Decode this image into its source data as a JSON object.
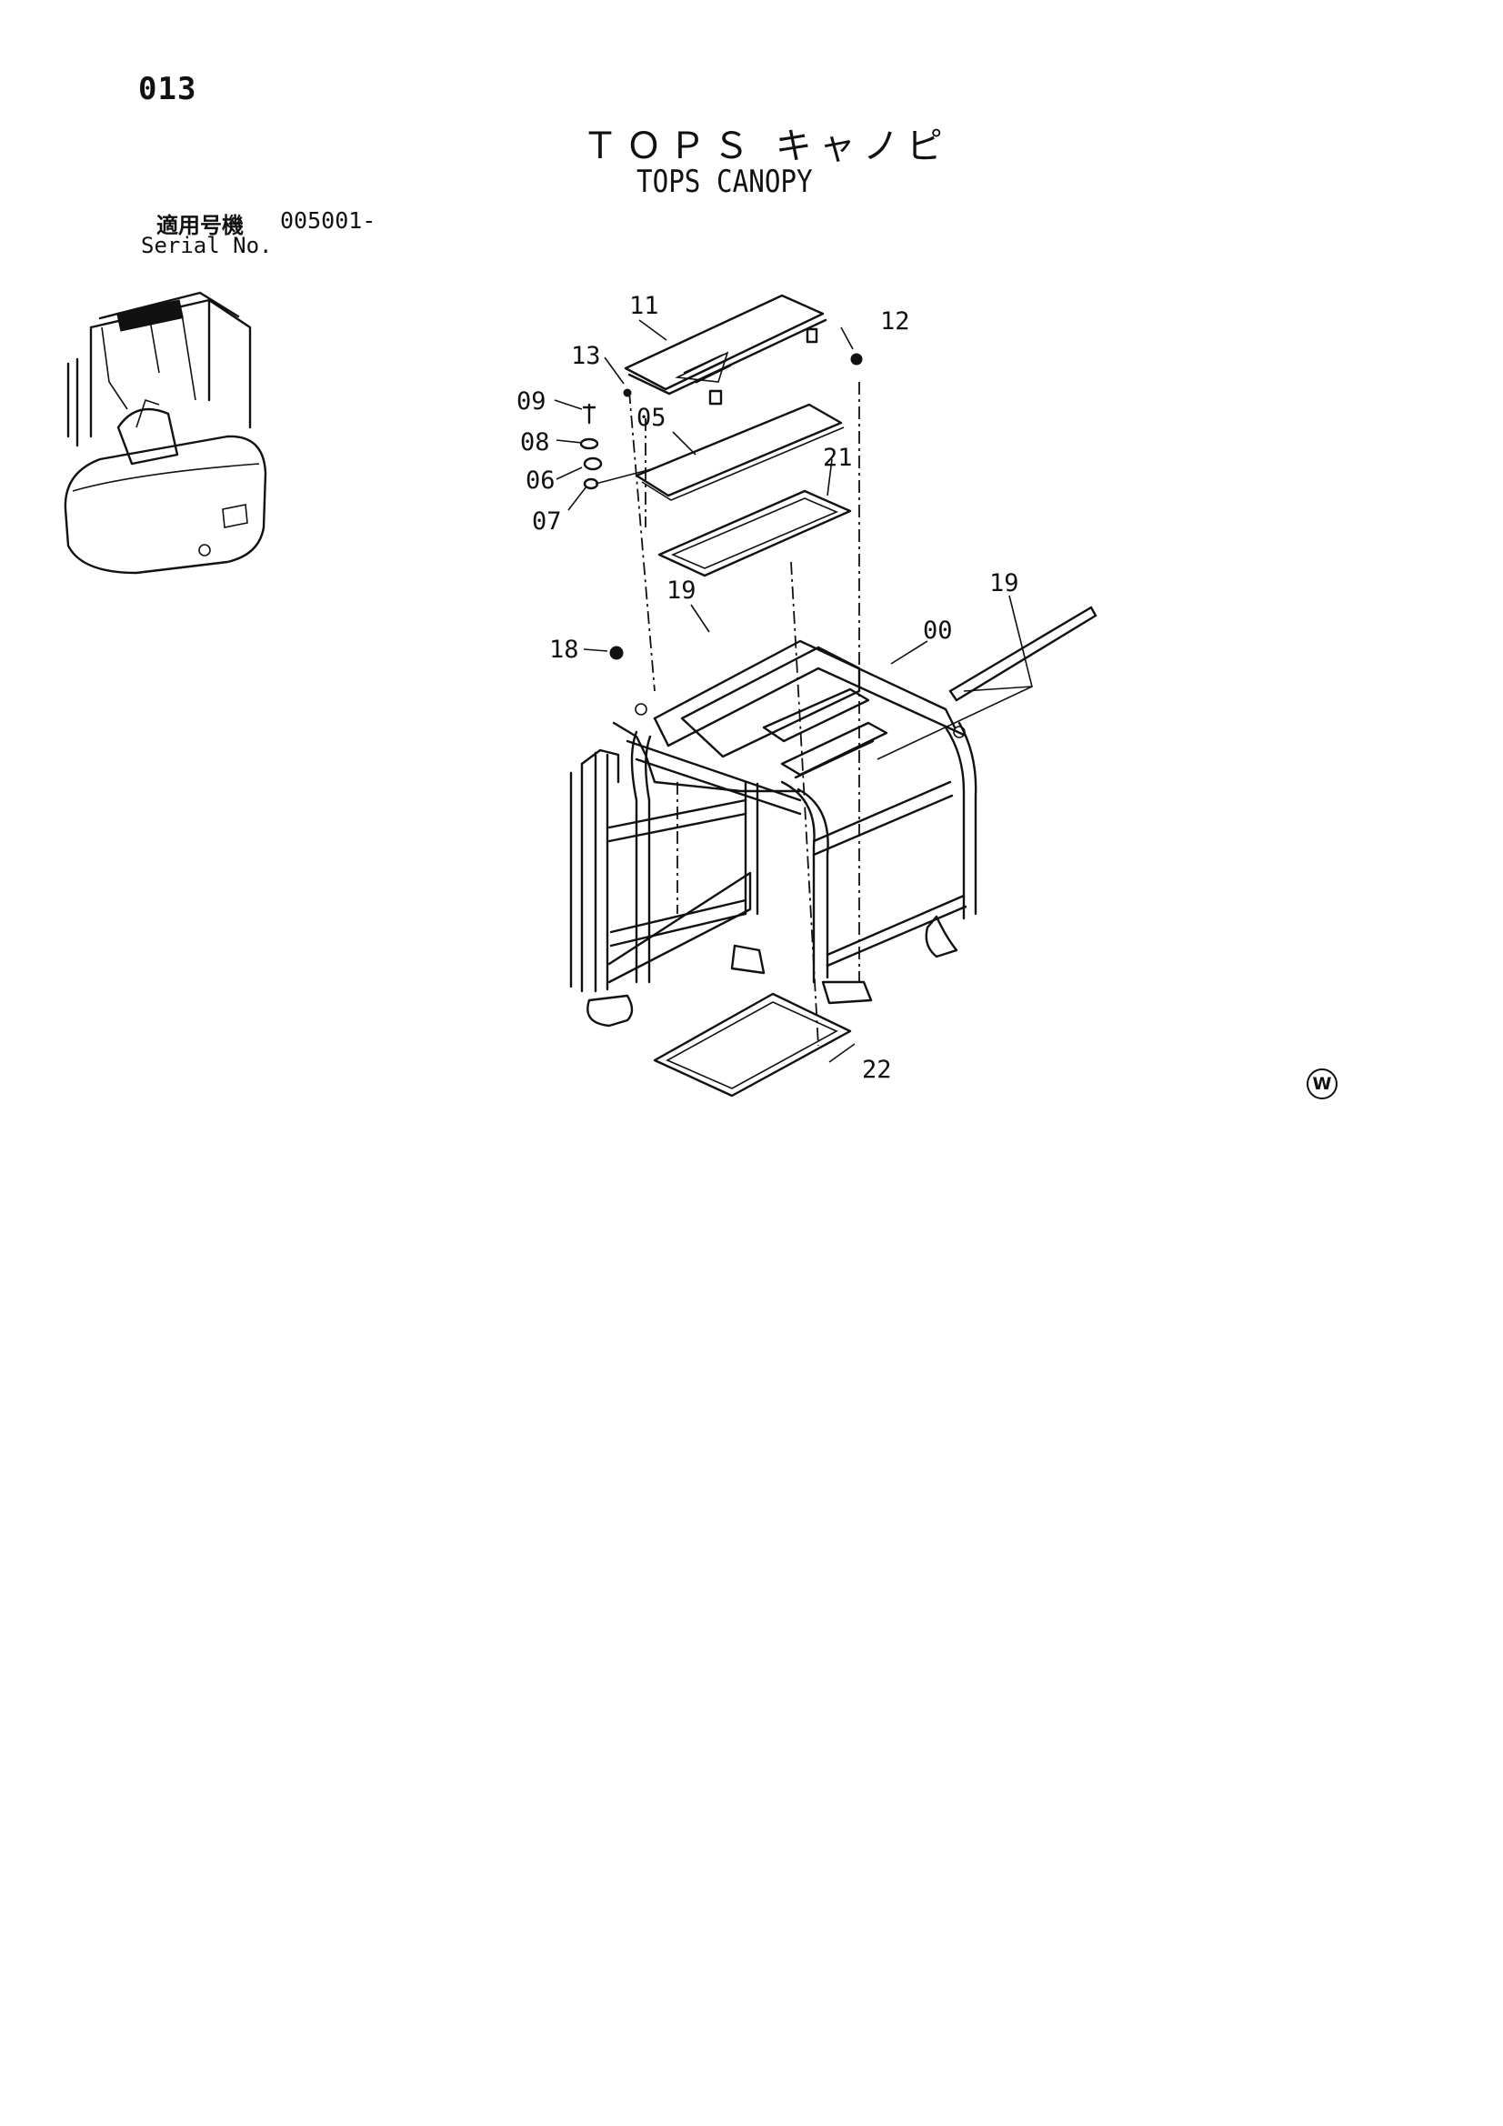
{
  "page": {
    "number": "013",
    "title_jp": "ＴＯＰＳ キャノピ",
    "title_en": "TOPS CANOPY",
    "serial_label_jp": "適用号機",
    "serial_label_en": "Serial No.",
    "serial_value": "005001-"
  },
  "diagram": {
    "callouts": [
      "11",
      "12",
      "13",
      "09",
      "05",
      "08",
      "21",
      "06",
      "07",
      "19",
      "00",
      "19",
      "18",
      "22"
    ],
    "mark": "W"
  },
  "icons": [
    "machine-thumbnail-icon",
    "w-mark-icon"
  ]
}
